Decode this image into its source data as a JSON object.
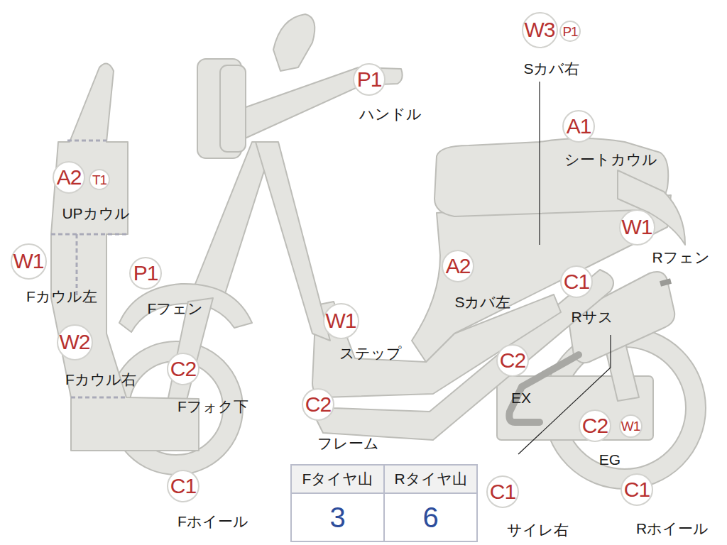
{
  "diagram": {
    "nodes": [
      {
        "text": [
          "W3",
          "Sカバ右"
        ]
      },
      {
        "text": [
          "P1"
        ]
      },
      {
        "text": [
          "P1",
          "ハンドル"
        ]
      },
      {
        "text": [
          "A1",
          "シートカウル"
        ]
      },
      {
        "text": [
          "A2",
          "UPカウル"
        ]
      },
      {
        "text": [
          "T1"
        ]
      },
      {
        "text": [
          "W1",
          "Fカウル左"
        ]
      },
      {
        "text": [
          "P1",
          "Fフェン"
        ]
      },
      {
        "text": [
          "W1",
          "Rフェン"
        ]
      },
      {
        "text": [
          "A2",
          "Sカバ左"
        ]
      },
      {
        "text": [
          "C1",
          "Rサス"
        ]
      },
      {
        "text": [
          "W1",
          "ステップ"
        ]
      },
      {
        "text": [
          "W2",
          "Fカウル右"
        ]
      },
      {
        "text": [
          "C2",
          "Fフォク下"
        ]
      },
      {
        "text": [
          "C2",
          "EX"
        ]
      },
      {
        "text": [
          "C2",
          "フレーム"
        ]
      },
      {
        "text": [
          "C2",
          "EG"
        ]
      },
      {
        "text": [
          "W1"
        ]
      },
      {
        "text": [
          "C1",
          "Fホイール"
        ]
      },
      {
        "text": [
          "C1",
          "サイレ右"
        ]
      },
      {
        "text": [
          "C1",
          "Rホイール"
        ]
      }
    ],
    "labels": [
      "Fタイヤ山",
      "Rタイヤ山",
      "3",
      "6"
    ]
  }
}
